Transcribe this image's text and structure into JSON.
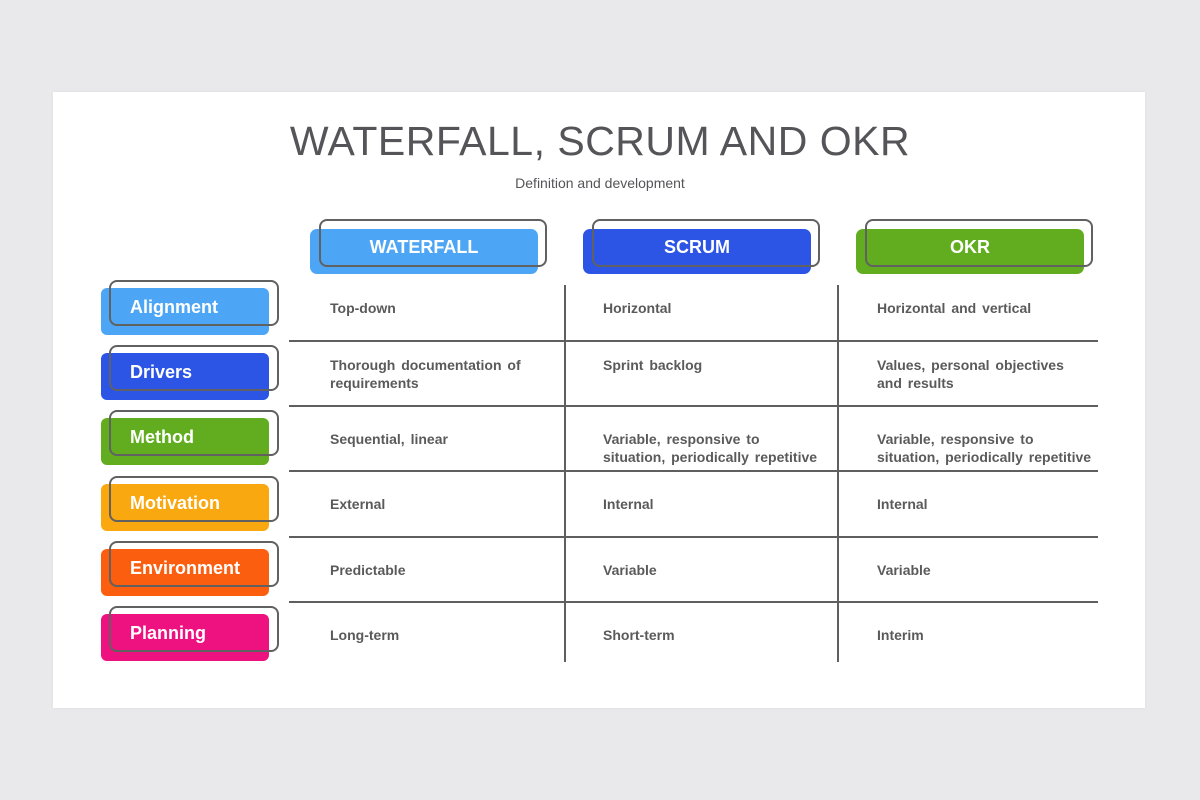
{
  "title": "WATERFALL, SCRUM AND OKR",
  "subtitle": "Definition and development",
  "columns": [
    {
      "label": "WATERFALL",
      "color": "#4da6f5"
    },
    {
      "label": "SCRUM",
      "color": "#2c55e6"
    },
    {
      "label": "OKR",
      "color": "#62ad1f"
    }
  ],
  "rows": [
    {
      "label": "Alignment",
      "color": "#4da6f5",
      "cells": [
        "Top-down",
        "Horizontal",
        "Horizontal  and vertical"
      ]
    },
    {
      "label": "Drivers",
      "color": "#2c55e6",
      "cells": [
        "Thorough  documentation  of requirements",
        "Sprint backlog",
        "Values, personal objectives and results"
      ]
    },
    {
      "label": "Method",
      "color": "#62ad1f",
      "cells": [
        "Sequential,  linear",
        "Variable, responsive to situation, periodically repetitive",
        "Variable, responsive to situation, periodically repetitive"
      ]
    },
    {
      "label": "Motivation",
      "color": "#f9a80f",
      "cells": [
        "External",
        "Internal",
        "Internal"
      ]
    },
    {
      "label": "Environment",
      "color": "#fb5e0e",
      "cells": [
        "Predictable",
        "Variable",
        "Variable"
      ]
    },
    {
      "label": "Planning",
      "color": "#ee1180",
      "cells": [
        "Long-term",
        "Short-term",
        "Interim"
      ]
    }
  ]
}
